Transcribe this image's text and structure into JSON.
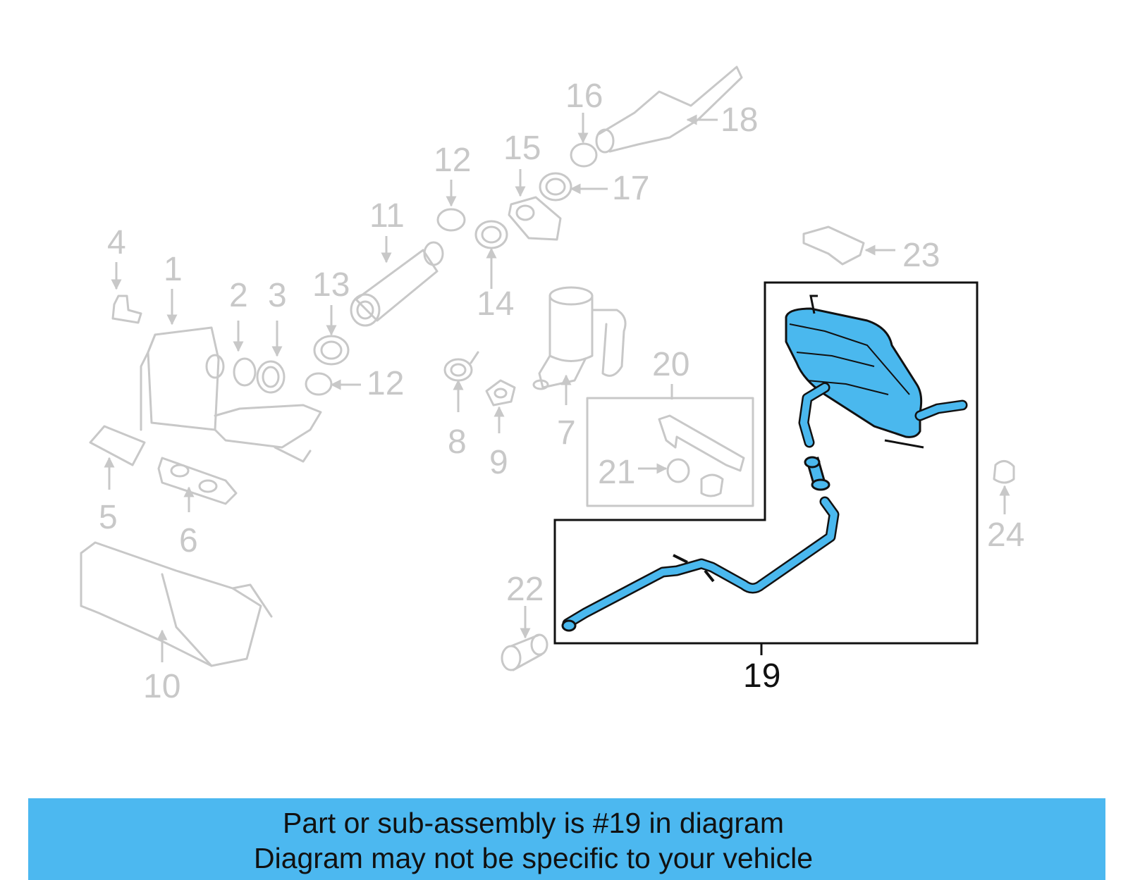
{
  "diagram": {
    "callouts": {
      "c1": "1",
      "c2": "2",
      "c3": "3",
      "c4": "4",
      "c5": "5",
      "c6": "6",
      "c7": "7",
      "c8": "8",
      "c9": "9",
      "c10": "10",
      "c11": "11",
      "c12a": "12",
      "c12b": "12",
      "c13": "13",
      "c14": "14",
      "c15": "15",
      "c16": "16",
      "c17": "17",
      "c18": "18",
      "c19": "19",
      "c20": "20",
      "c21": "21",
      "c22": "22",
      "c23": "23",
      "c24": "24"
    },
    "highlighted_part": "19",
    "colors": {
      "highlight": "#4ab8ee",
      "ghost": "#c8c8c8",
      "banner": "#4cb8f0"
    }
  },
  "banner": {
    "line1": "Part or sub-assembly is #19 in diagram",
    "line2": "Diagram may not be specific to your vehicle"
  }
}
